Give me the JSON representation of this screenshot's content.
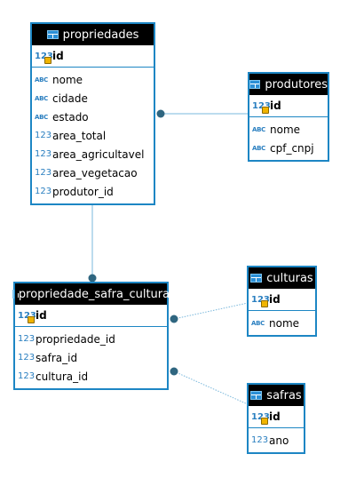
{
  "entities": {
    "propriedades": {
      "name": "propriedades",
      "pk": {
        "type": "123",
        "label": "id"
      },
      "columns": [
        {
          "type": "ABC",
          "label": "nome"
        },
        {
          "type": "ABC",
          "label": "cidade"
        },
        {
          "type": "ABC",
          "label": "estado"
        },
        {
          "type": "123",
          "label": "area_total"
        },
        {
          "type": "123",
          "label": "area_agricultavel"
        },
        {
          "type": "123",
          "label": "area_vegetacao"
        },
        {
          "type": "123",
          "label": "produtor_id"
        }
      ]
    },
    "produtores": {
      "name": "produtores",
      "pk": {
        "type": "123",
        "label": "id"
      },
      "columns": [
        {
          "type": "ABC",
          "label": "nome"
        },
        {
          "type": "ABC",
          "label": "cpf_cnpj"
        }
      ]
    },
    "propriedade_safra_cultura": {
      "name": "propriedade_safra_cultura",
      "pk": {
        "type": "123",
        "label": "id"
      },
      "columns": [
        {
          "type": "123",
          "label": "propriedade_id"
        },
        {
          "type": "123",
          "label": "safra_id"
        },
        {
          "type": "123",
          "label": "cultura_id"
        }
      ]
    },
    "culturas": {
      "name": "culturas",
      "pk": {
        "type": "123",
        "label": "id"
      },
      "columns": [
        {
          "type": "ABC",
          "label": "nome"
        }
      ]
    },
    "safras": {
      "name": "safras",
      "pk": {
        "type": "123",
        "label": "id"
      },
      "columns": [
        {
          "type": "123",
          "label": "ano"
        }
      ]
    }
  },
  "colors": {
    "border": "#1d86c4",
    "header_bg": "#000000",
    "connector": "#7ab8dc",
    "endpoint": "#2f6680"
  }
}
